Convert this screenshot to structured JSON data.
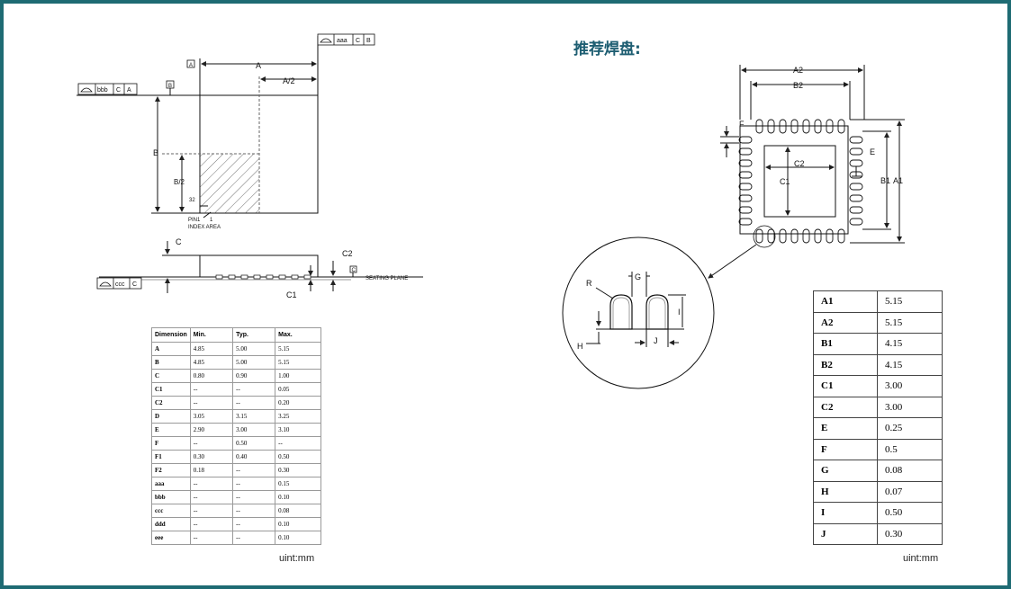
{
  "recommended_pad_title": "推荐焊盘:",
  "package_drawing": {
    "top_view": {
      "dim_a": "A",
      "dim_a_half": "A/2",
      "dim_b": "B",
      "dim_b_half": "B/2",
      "datum_a": "A",
      "datum_b": "B",
      "pin_num": "32",
      "pin1": "PIN1",
      "index_area": "INDEX AREA",
      "fcf_top": [
        "aaa",
        "C",
        "B"
      ],
      "fcf_left": [
        "bbb",
        "C",
        "A"
      ]
    },
    "side_view": {
      "dim_c": "C",
      "dim_c1": "C1",
      "dim_c2": "C2",
      "datum_c": "C",
      "seating_plane": "SEATING PLANE",
      "fcf": [
        "ccc",
        "C"
      ]
    }
  },
  "dimension_table": {
    "headers": [
      "Dimension",
      "Min.",
      "Typ.",
      "Max."
    ],
    "rows": [
      [
        "A",
        "4.85",
        "5.00",
        "5.15"
      ],
      [
        "B",
        "4.85",
        "5.00",
        "5.15"
      ],
      [
        "C",
        "0.80",
        "0.90",
        "1.00"
      ],
      [
        "C1",
        "--",
        "--",
        "0.05"
      ],
      [
        "C2",
        "--",
        "--",
        "0.20"
      ],
      [
        "D",
        "3.05",
        "3.15",
        "3.25"
      ],
      [
        "E",
        "2.90",
        "3.00",
        "3.10"
      ],
      [
        "F",
        "--",
        "0.50",
        "--"
      ],
      [
        "F1",
        "0.30",
        "0.40",
        "0.50"
      ],
      [
        "F2",
        "0.18",
        "--",
        "0.30"
      ],
      [
        "aaa",
        "--",
        "--",
        "0.15"
      ],
      [
        "bbb",
        "--",
        "--",
        "0.10"
      ],
      [
        "ccc",
        "--",
        "--",
        "0.08"
      ],
      [
        "ddd",
        "--",
        "--",
        "0.10"
      ],
      [
        "eee",
        "--",
        "--",
        "0.10"
      ]
    ],
    "unit": "uint:mm"
  },
  "land_pattern": {
    "labels": {
      "a2": "A2",
      "b2": "B2",
      "a1": "A1",
      "b1": "B1",
      "c1": "C1",
      "c2": "C2",
      "e": "E",
      "f": "F"
    },
    "detail_labels": {
      "r": "R",
      "g": "G",
      "h": "H",
      "i": "I",
      "j": "J"
    }
  },
  "pad_table": {
    "rows": [
      [
        "A1",
        "5.15"
      ],
      [
        "A2",
        "5.15"
      ],
      [
        "B1",
        "4.15"
      ],
      [
        "B2",
        "4.15"
      ],
      [
        "C1",
        "3.00"
      ],
      [
        "C2",
        "3.00"
      ],
      [
        "E",
        "0.25"
      ],
      [
        "F",
        "0.5"
      ],
      [
        "G",
        "0.08"
      ],
      [
        "H",
        "0.07"
      ],
      [
        "I",
        "0.50"
      ],
      [
        "J",
        "0.30"
      ]
    ],
    "unit": "uint:mm"
  }
}
